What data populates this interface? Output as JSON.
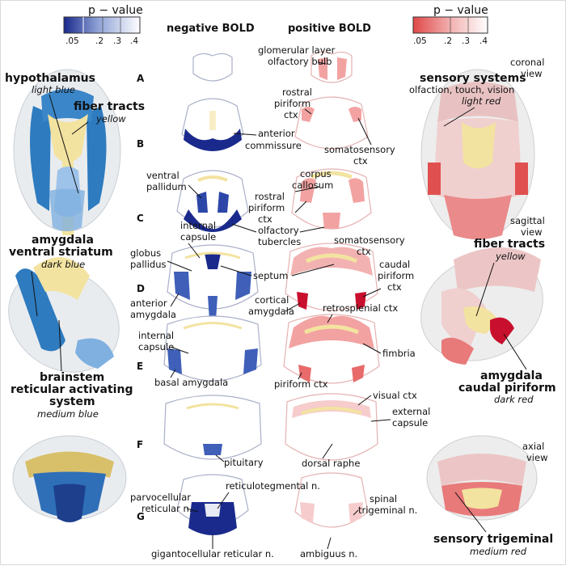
{
  "colors": {
    "dark_blue": "#1a2a8c",
    "medium_blue": "#3f73c9",
    "light_blue": "#9ec3ea",
    "dark_red": "#c8102e",
    "medium_red": "#e87a7a",
    "light_red": "#f2c4c4",
    "yellow": "#f3e3a0"
  },
  "legend_left": {
    "title": "p − value",
    "ticks": [
      ".05",
      ".2",
      ".3",
      ".4"
    ]
  },
  "legend_right": {
    "title": "p − value",
    "ticks": [
      ".05",
      ".2",
      ".3",
      ".4"
    ]
  },
  "headers": {
    "negative": "negative BOLD",
    "positive": "positive BOLD"
  },
  "rows": [
    "A",
    "B",
    "C",
    "D",
    "E",
    "F",
    "G"
  ],
  "left_panel": {
    "hypothalamus": "hypothalamus",
    "hypothalamus_color": "light blue",
    "fiber_tracts": "fiber tracts",
    "fiber_tracts_color": "yellow",
    "amygdala_line1": "amygdala",
    "amygdala_line2": "ventral striatum",
    "amygdala_color": "dark blue",
    "brainstem_line1": "brainstem",
    "brainstem_line2": "reticular activating",
    "brainstem_line3": "system",
    "brainstem_color": "medium blue"
  },
  "right_panel": {
    "coronal": [
      "coronal",
      "view"
    ],
    "sensory_title": "sensory systems",
    "sensory_sub": "olfaction,  touch,  vision",
    "sensory_color": "light red",
    "sagittal": [
      "sagittal",
      "view"
    ],
    "fiber_tracts": "fiber tracts",
    "fiber_tracts_color": "yellow",
    "amygdala_line1": "amygdala",
    "amygdala_line2": "caudal piriform",
    "amygdala_color": "dark red",
    "axial": [
      "axial",
      "view"
    ],
    "trigeminal": "sensory trigeminal",
    "trigeminal_color": "medium red"
  },
  "annotations": {
    "glomerular": [
      "glomerular layer",
      "olfactory bulb"
    ],
    "rostral_piriform_b": [
      "rostral",
      "piriform",
      "ctx"
    ],
    "anterior_commissure": [
      "anterior",
      "commissure"
    ],
    "somatosensory_b": [
      "somatosensory",
      "ctx"
    ],
    "corpus_callosum": [
      "corpus",
      "callosum"
    ],
    "rostral_piriform_c": [
      "rostral",
      "piriform",
      "ctx"
    ],
    "ventral_pallidum": [
      "ventral",
      "pallidum"
    ],
    "olfactory_tubercles": [
      "olfactory",
      "tubercles"
    ],
    "internal_capsule_d": [
      "internal",
      "capsule"
    ],
    "globus_pallidus": [
      "globus",
      "pallidus"
    ],
    "septum": "septum",
    "somatosensory_d": [
      "somatosensory",
      "ctx"
    ],
    "caudal_piriform": [
      "caudal",
      "piriform",
      "ctx"
    ],
    "anterior_amygdala": [
      "anterior",
      "amygdala"
    ],
    "cortical_amygdala": [
      "cortical",
      "amygdala"
    ],
    "retrosplenial": "retrosplenial ctx",
    "internal_capsule_e": [
      "internal",
      "capsule"
    ],
    "fimbria": "fimbria",
    "basal_amygdala": "basal amygdala",
    "piriform_ctx": "piriform ctx",
    "visual_ctx": "visual ctx",
    "external_capsule": [
      "external",
      "capsule"
    ],
    "pituitary": "pituitary",
    "dorsal_raphe": "dorsal raphe",
    "reticulotegmental": "reticulotegmental n.",
    "parvocellular": [
      "parvocellular",
      "reticular n."
    ],
    "spinal_trigeminal": [
      "spinal",
      "trigeminal n."
    ],
    "gigantocellular": "gigantocellular reticular n.",
    "ambiguus": "ambiguus n."
  }
}
